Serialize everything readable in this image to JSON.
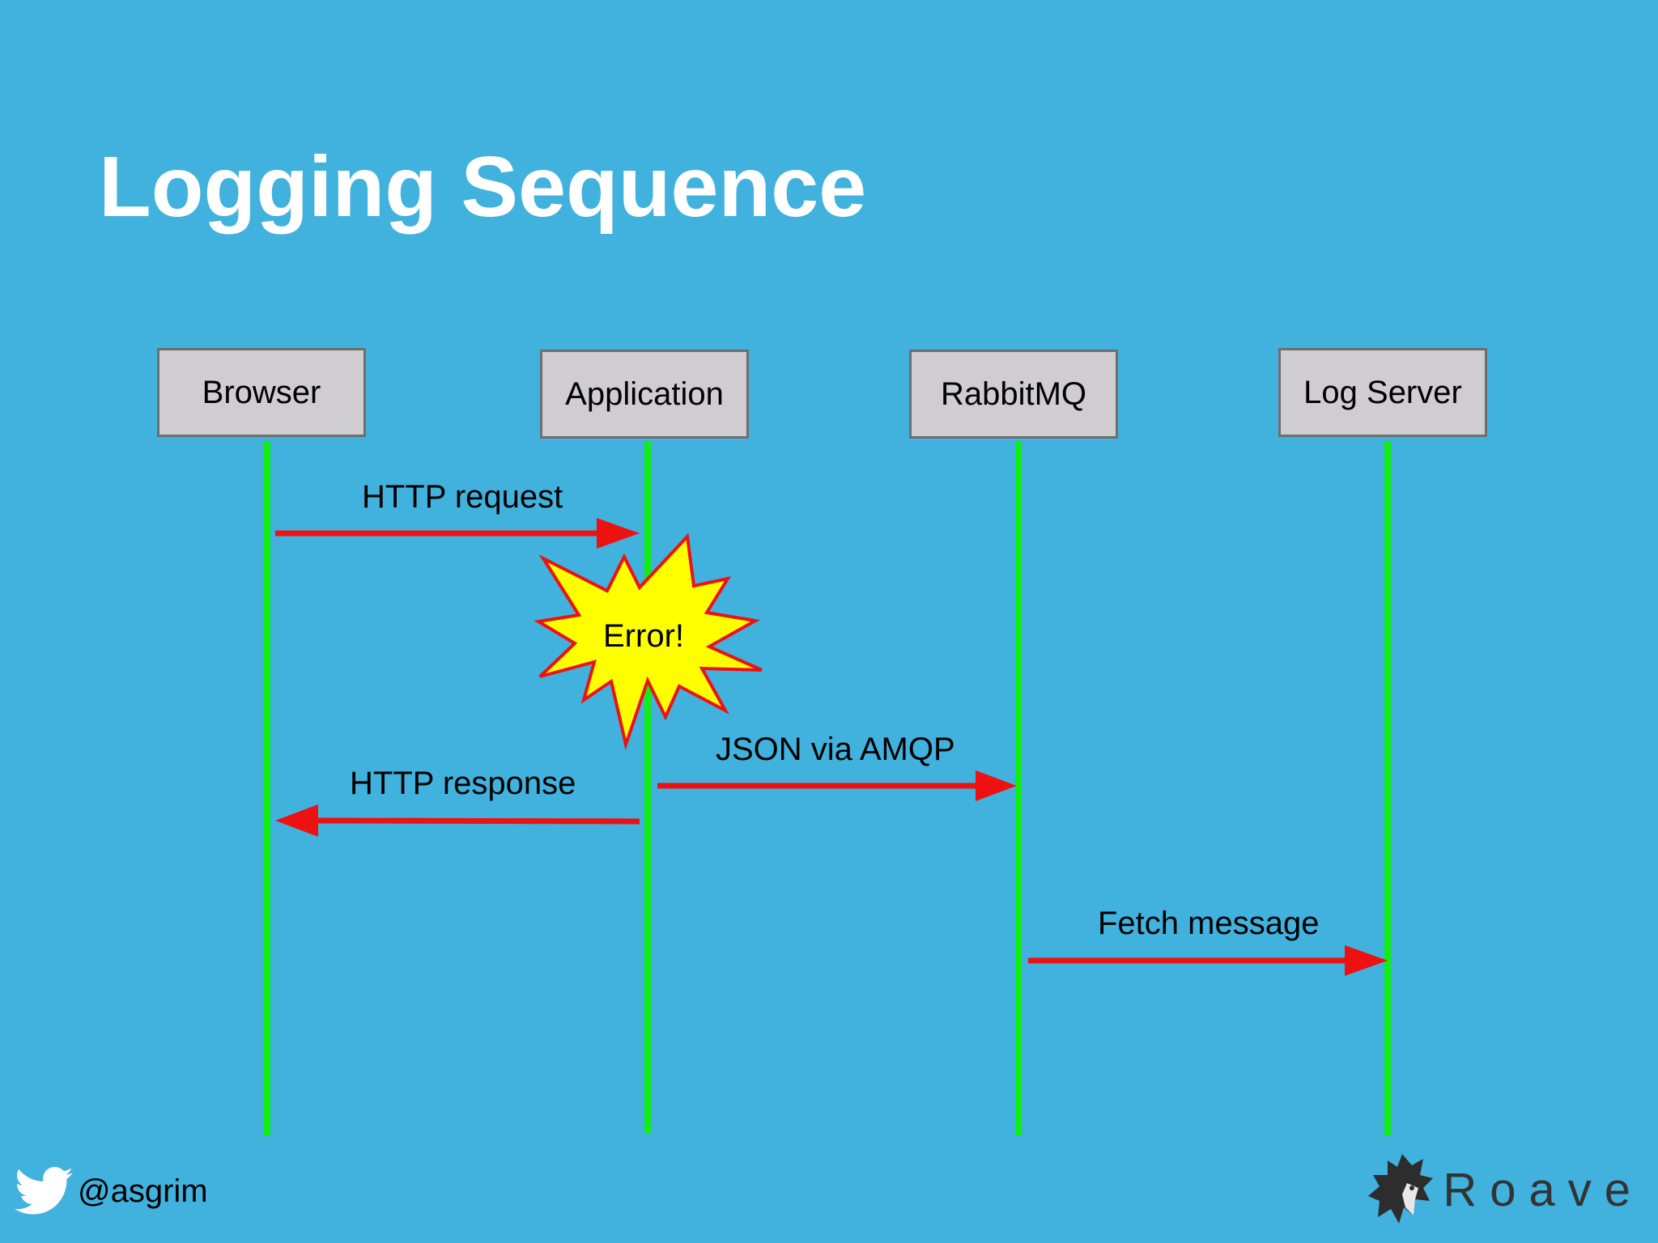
{
  "slide": {
    "title": "Logging Sequence"
  },
  "actors": [
    {
      "label": "Browser"
    },
    {
      "label": "Application"
    },
    {
      "label": "RabbitMQ"
    },
    {
      "label": "Log Server"
    }
  ],
  "messages": [
    {
      "from": "Browser",
      "to": "Application",
      "label": "HTTP request"
    },
    {
      "from": "Application",
      "to": "Browser",
      "label": "HTTP response"
    },
    {
      "from": "Application",
      "to": "RabbitMQ",
      "label": "JSON via AMQP"
    },
    {
      "from": "RabbitMQ",
      "to": "Log Server",
      "label": "Fetch message"
    }
  ],
  "error_burst": {
    "label": "Error!",
    "fill": "#ffff00",
    "stroke": "#ee1111"
  },
  "footer": {
    "twitter_icon": "twitter-bird-icon",
    "twitter_handle": "@asgrim",
    "brand_icon": "roave-dog-logo",
    "brand_name": "Roave"
  },
  "colors": {
    "background": "#41b2de",
    "lifeline": "#11ee11",
    "arrow": "#ee1111",
    "actor_box": "#cfcdcf",
    "twitter": "#ffffff"
  }
}
